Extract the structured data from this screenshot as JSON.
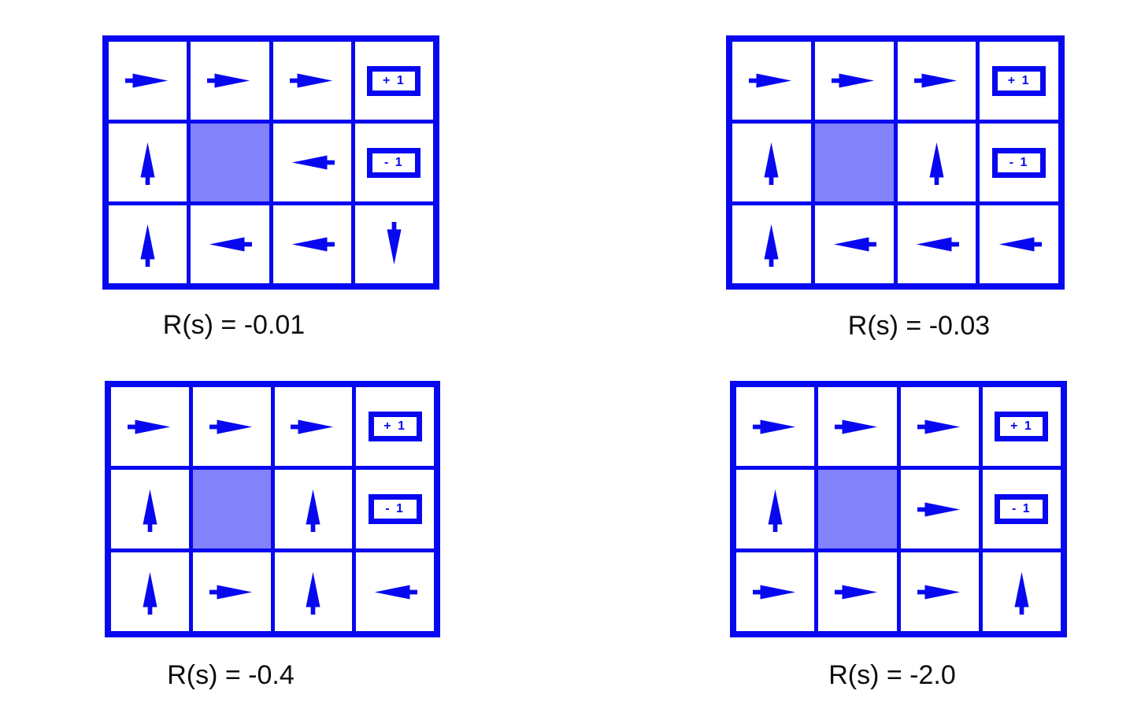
{
  "figure": {
    "description_labels": {
      "terminal_plus": "+ 1",
      "terminal_minus": "- 1"
    },
    "colors": {
      "blue": "#0808f0",
      "wall": "#8282fa",
      "cell_background": "#ffffff",
      "label_text": "#0d0d0d",
      "page_background": "#ffffff"
    },
    "grids": [
      {
        "id": "policy-grid-1",
        "label": "R(s) = -0.01",
        "rows": [
          [
            "right",
            "right",
            "right",
            "plus"
          ],
          [
            "up",
            "wall",
            "left",
            "minus"
          ],
          [
            "up",
            "left",
            "left",
            "down"
          ]
        ]
      },
      {
        "id": "policy-grid-2",
        "label": "R(s) = -0.03",
        "rows": [
          [
            "right",
            "right",
            "right",
            "plus"
          ],
          [
            "up",
            "wall",
            "up",
            "minus"
          ],
          [
            "up",
            "left",
            "left",
            "left"
          ]
        ]
      },
      {
        "id": "policy-grid-3",
        "label": "R(s) = -0.4",
        "rows": [
          [
            "right",
            "right",
            "right",
            "plus"
          ],
          [
            "up",
            "wall",
            "up",
            "minus"
          ],
          [
            "up",
            "right",
            "up",
            "left"
          ]
        ]
      },
      {
        "id": "policy-grid-4",
        "label": "R(s) = -2.0",
        "rows": [
          [
            "right",
            "right",
            "right",
            "plus"
          ],
          [
            "up",
            "wall",
            "right",
            "minus"
          ],
          [
            "right",
            "right",
            "right",
            "up"
          ]
        ]
      }
    ]
  }
}
